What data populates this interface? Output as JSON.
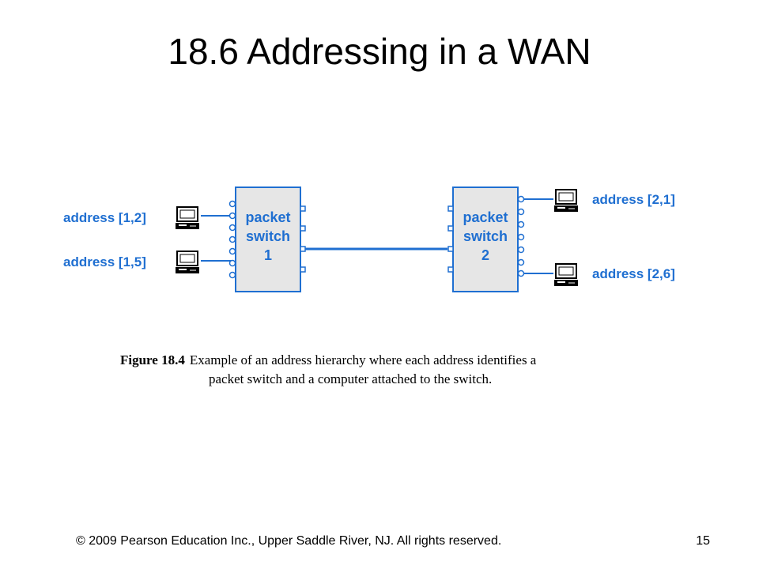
{
  "slide": {
    "title": "18.6  Addressing in a WAN",
    "footer": "© 2009 Pearson Education Inc., Upper Saddle River, NJ. All rights reserved.",
    "page_number": "15"
  },
  "figure": {
    "switches": [
      {
        "lines": [
          "packet",
          "switch",
          "1"
        ]
      },
      {
        "lines": [
          "packet",
          "switch",
          "2"
        ]
      }
    ],
    "addresses": [
      {
        "text": "address [1,2]"
      },
      {
        "text": "address [1,5]"
      },
      {
        "text": "address [2,1]"
      },
      {
        "text": "address [2,6]"
      }
    ],
    "caption": {
      "number": "Figure 18.4",
      "line1": "Example of an address hierarchy where each address identifies a",
      "line2": "packet switch and a computer attached to the switch."
    },
    "colors": {
      "accent": "#1f6fd1",
      "switch_fill": "#e6e6e6"
    }
  }
}
